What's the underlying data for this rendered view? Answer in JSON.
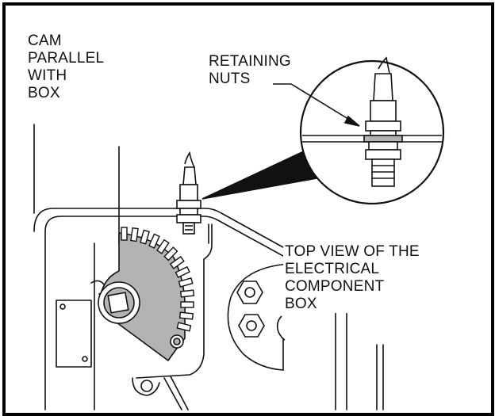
{
  "labels": {
    "cam": "CAM\nPARALLEL\nWITH\nBOX",
    "retaining_nuts": "RETAINING\nNUTS",
    "top_view": "TOP VIEW OF THE\nELECTRICAL\nCOMPONENT\nBOX"
  },
  "colors": {
    "line": "#111111",
    "cam_fill": "#b3b3b3",
    "background": "#ffffff"
  }
}
